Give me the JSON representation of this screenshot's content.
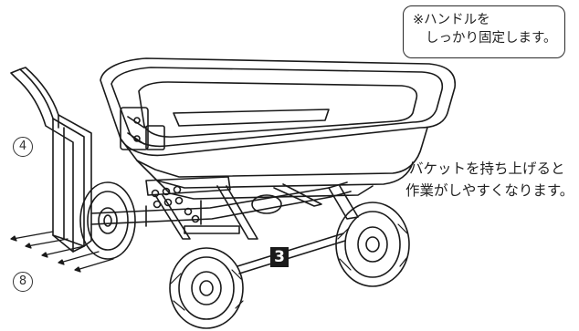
{
  "note": {
    "line1": "※ハンドルを",
    "line2": "しっかり固定します。"
  },
  "caption": {
    "line1": "バケットを持ち上げると",
    "line2": "作業がしやすくなります。"
  },
  "callouts": {
    "handle": "4",
    "bolts": "8"
  },
  "step_number": "3",
  "colors": {
    "line": "#1a1a1a",
    "badge": "#1a1a1a",
    "badge_text": "#ffffff"
  }
}
